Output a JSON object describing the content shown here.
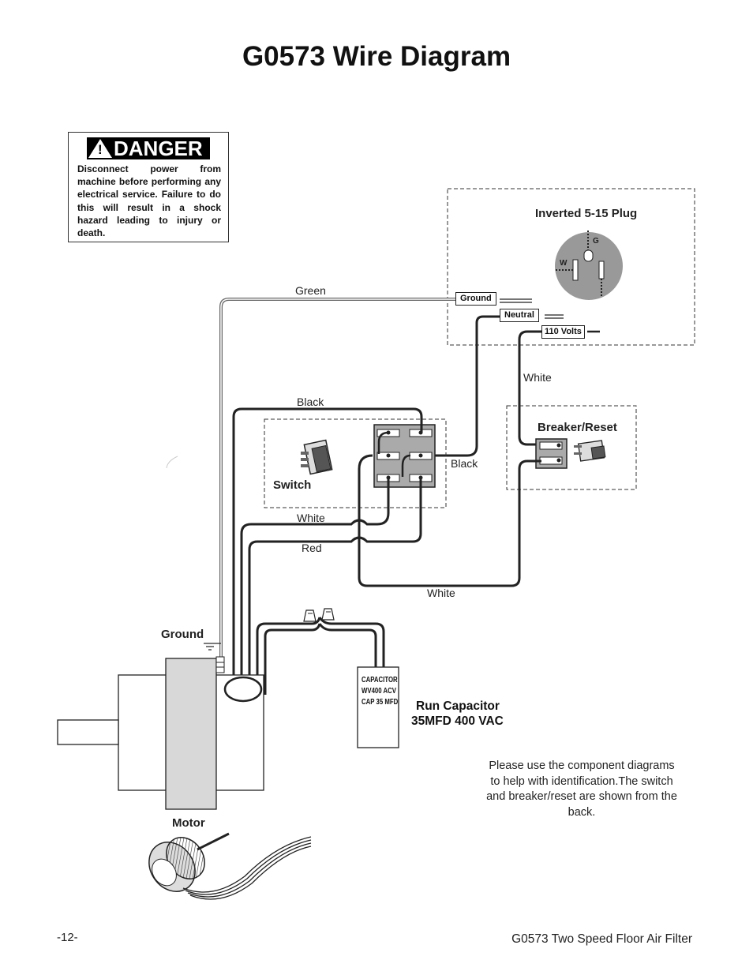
{
  "title": "G0573 Wire Diagram",
  "danger": {
    "heading": "DANGER",
    "symbol": "!",
    "message": "Disconnect power from machine before performing any electrical service. Failure to do this will result in a shock hazard leading to injury or death."
  },
  "plug": {
    "title": "Inverted 5-15 Plug",
    "pin_g": "G",
    "pin_w": "W",
    "terminals": {
      "ground": "Ground",
      "neutral": "Neutral",
      "hot": "110 Volts"
    }
  },
  "wires": {
    "green": "Green",
    "black_top": "Black",
    "black_right": "Black",
    "white_top": "White",
    "white_mid": "White",
    "red": "Red",
    "white_bottom": "White"
  },
  "components": {
    "switch": "Switch",
    "breaker": "Breaker/Reset",
    "ground": "Ground",
    "motor": "Motor",
    "capacitor_body": [
      "CAPACITOR",
      "WV400 ACV",
      "CAP 35 MFD"
    ],
    "run_capacitor_line1": "Run Capacitor",
    "run_capacitor_line2": "35MFD 400 VAC"
  },
  "note": "Please use the component diagrams to help with identification.The switch and breaker/reset are shown from the back.",
  "page_number": "-12-",
  "footer": "G0573 Two Speed Floor Air Filter"
}
